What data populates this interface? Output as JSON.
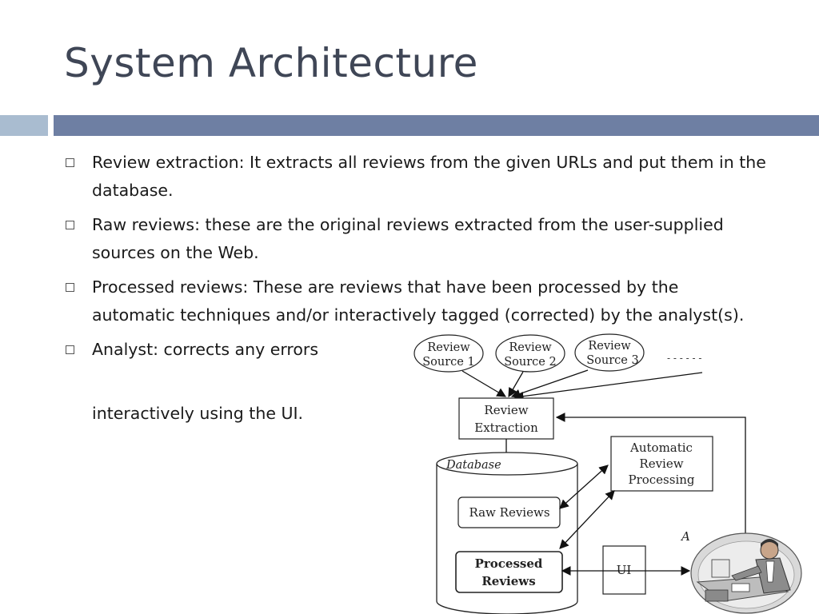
{
  "slide": {
    "title": "System Architecture"
  },
  "bullets": [
    "Review extraction: It extracts all reviews from the given URLs and put them in the database.",
    "Raw reviews: these are the original reviews extracted from the user-supplied sources on the Web.",
    "Processed reviews: These are reviews that have been processed by the automatic techniques and/or interactively tagged (corrected) by the analyst(s).",
    "Analyst: corrects any errors"
  ],
  "bullet_continuation": "interactively using the UI.",
  "diagram": {
    "sources": [
      {
        "line1": "Review",
        "line2": "Source 1"
      },
      {
        "line1": "Review",
        "line2": "Source 2"
      },
      {
        "line1": "Review",
        "line2": "Source 3"
      }
    ],
    "more_sources": "- - - - - -",
    "extraction": {
      "line1": "Review",
      "line2": "Extraction"
    },
    "database_label": "Database",
    "raw_reviews": "Raw Reviews",
    "processed": {
      "line1": "Processed",
      "line2": "Reviews"
    },
    "auto_processing": {
      "line1": "Automatic",
      "line2": "Review",
      "line3": "Processing"
    },
    "ui": "UI",
    "analyst_partial": "A"
  }
}
